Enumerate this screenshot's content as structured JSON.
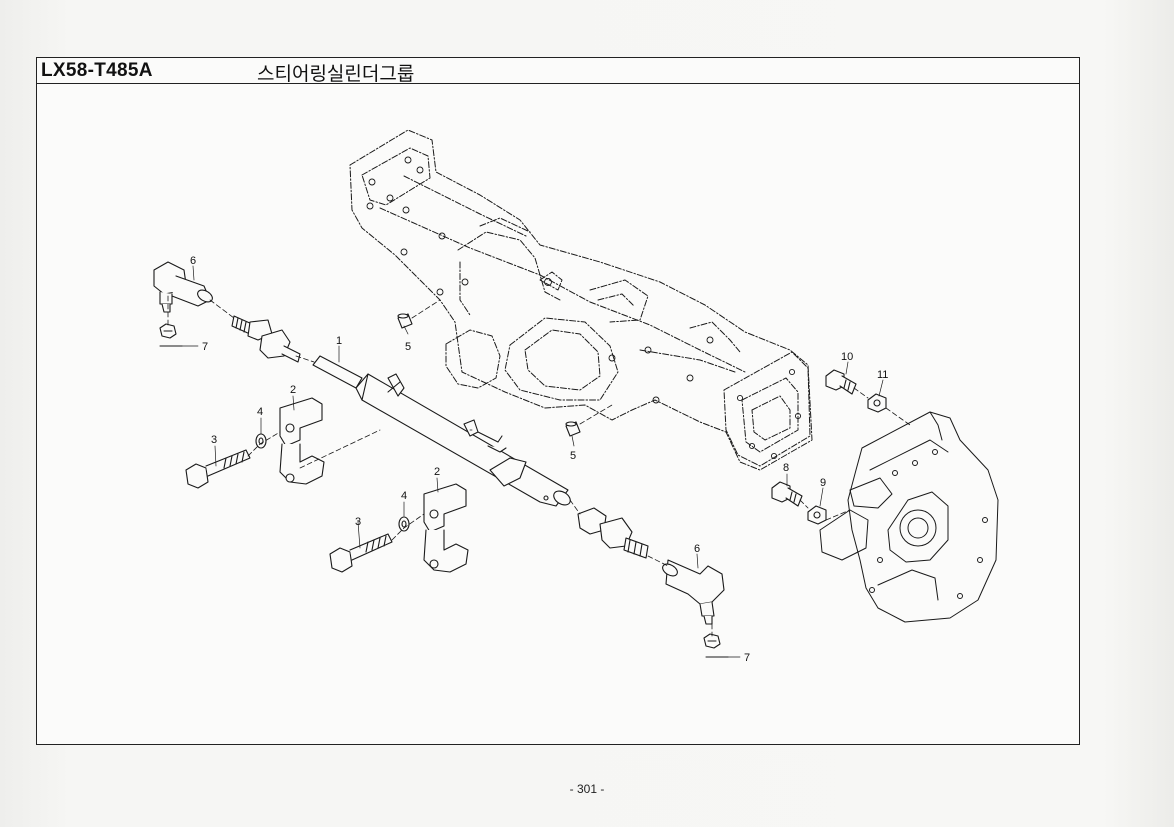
{
  "header": {
    "model_code": "LX58-T485A",
    "group_name": "스티어링실린더그룹"
  },
  "callouts": {
    "c1": "1",
    "c2a": "2",
    "c2b": "2",
    "c3a": "3",
    "c3b": "3",
    "c4a": "4",
    "c4b": "4",
    "c5a": "5",
    "c5b": "5",
    "c6a": "6",
    "c6b": "6",
    "c7a": "7",
    "c7b": "7",
    "c8": "8",
    "c9": "9",
    "c10": "10",
    "c11": "11"
  },
  "footer": {
    "page_number": "- 301 -"
  }
}
